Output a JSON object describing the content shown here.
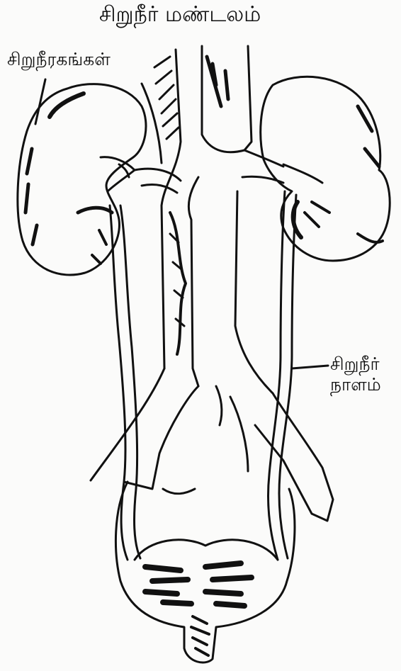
{
  "title": "சிறுநீர் மண்டலம்",
  "labels": {
    "kidneys": "சிறுநீரகங்கள்",
    "ureter_line1": "சிறுநீர்",
    "ureter_line2": "நாளம்"
  },
  "colors": {
    "ink": "#111111",
    "paper": "#fbfbfa"
  }
}
